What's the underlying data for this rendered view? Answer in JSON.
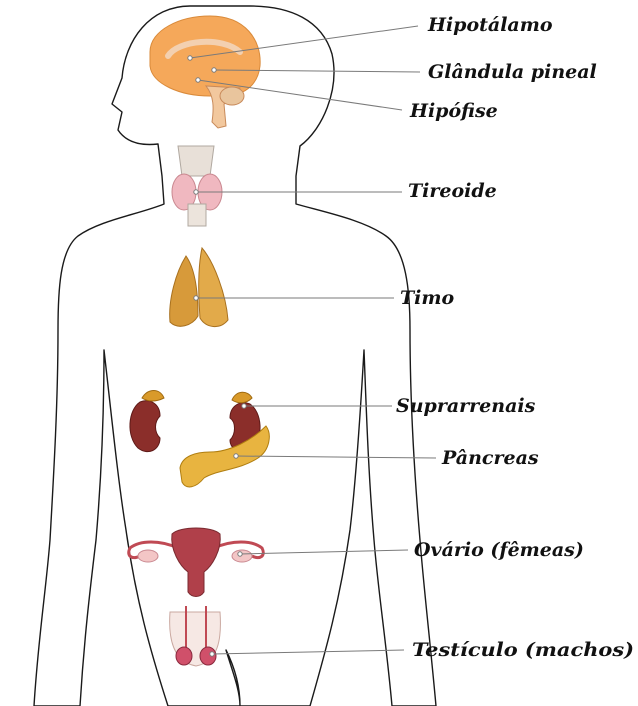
{
  "labels": {
    "hipotalamo": "Hipotálamo",
    "glandula_pineal": "Glândula pineal",
    "hipofise": "Hipófise",
    "tireoide": "Tireoide",
    "timo": "Timo",
    "suprarrenais": "Suprarrenais",
    "pancreas": "Pâncreas",
    "ovario": "Ovário (fêmeas)",
    "testiculo": "Testículo (machos)"
  },
  "colors": {
    "brain": "#f5a85a",
    "thyroid": "#f0b8c0",
    "thymus": "#d79a3a",
    "kidney": "#8b2e2a",
    "adrenal": "#d99a2a",
    "pancreas": "#e8b440",
    "uterus": "#b0404a",
    "ovary": "#f3c6c6",
    "testis": "#d0506a"
  }
}
